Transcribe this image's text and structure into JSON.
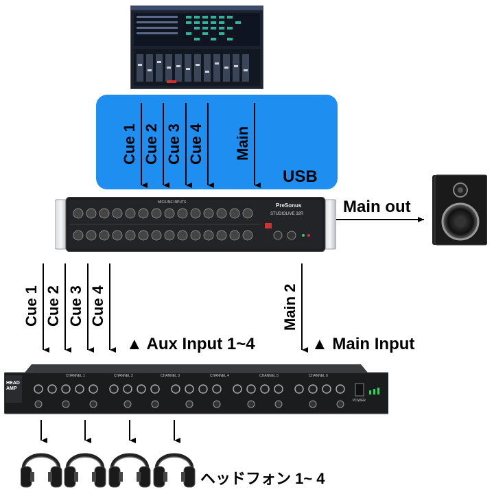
{
  "diagram": {
    "usb_box": {
      "label": "USB",
      "color": "#1e8ff0",
      "channels": [
        "Cue 1",
        "Cue 2",
        "Cue 3",
        "Cue 4",
        "Main"
      ]
    },
    "mixer": {
      "brand": "PreSonus",
      "model": "STUDIOLIVE 32R",
      "section_label": "MIC/LINE INPUTS"
    },
    "main_out": {
      "label": "Main out"
    },
    "lower_channels": [
      "Cue 1",
      "Cue 2",
      "Cue 3",
      "Cue 4"
    ],
    "main2": {
      "label": "Main 2"
    },
    "aux_input": {
      "label": "▲ Aux Input 1~4"
    },
    "main_input": {
      "label": "▲ Main Input"
    },
    "headamp": {
      "badge": "HEAD AMP",
      "channels": [
        "CHANNEL 1",
        "CHANNEL 2",
        "CHANNEL 3",
        "CHANNEL 4",
        "CHANNEL 5",
        "CHANNEL 6"
      ],
      "power": "POWER"
    },
    "headphones": {
      "label": "ヘッドフォン 1~ 4",
      "count": 4
    }
  }
}
